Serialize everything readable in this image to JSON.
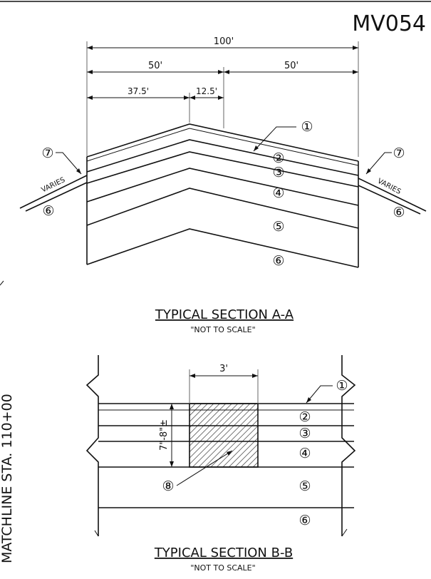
{
  "sheet_id": "MV054",
  "section_a": {
    "dims": {
      "total": "100'",
      "half_left": "50'",
      "half_right": "50'",
      "left_part": "37.5'",
      "right_part": "12.5'"
    },
    "callouts": [
      "①",
      "②",
      "③",
      "④",
      "⑤",
      "⑥"
    ],
    "side": {
      "varies": "VARIES",
      "top_callout": "⑦",
      "bottom_callout": "⑥"
    },
    "title": "TYPICAL SECTION A-A",
    "note": "\"NOT TO SCALE\""
  },
  "section_b": {
    "dims": {
      "width": "3'",
      "depth": "7\"-8\"±"
    },
    "callouts": [
      "①",
      "②",
      "③",
      "④",
      "⑤",
      "⑥"
    ],
    "patch_callout": "⑧",
    "title": "TYPICAL SECTION B-B",
    "note": "\"NOT TO SCALE\""
  },
  "matchline": "MATCHLINE STA. 110+00"
}
